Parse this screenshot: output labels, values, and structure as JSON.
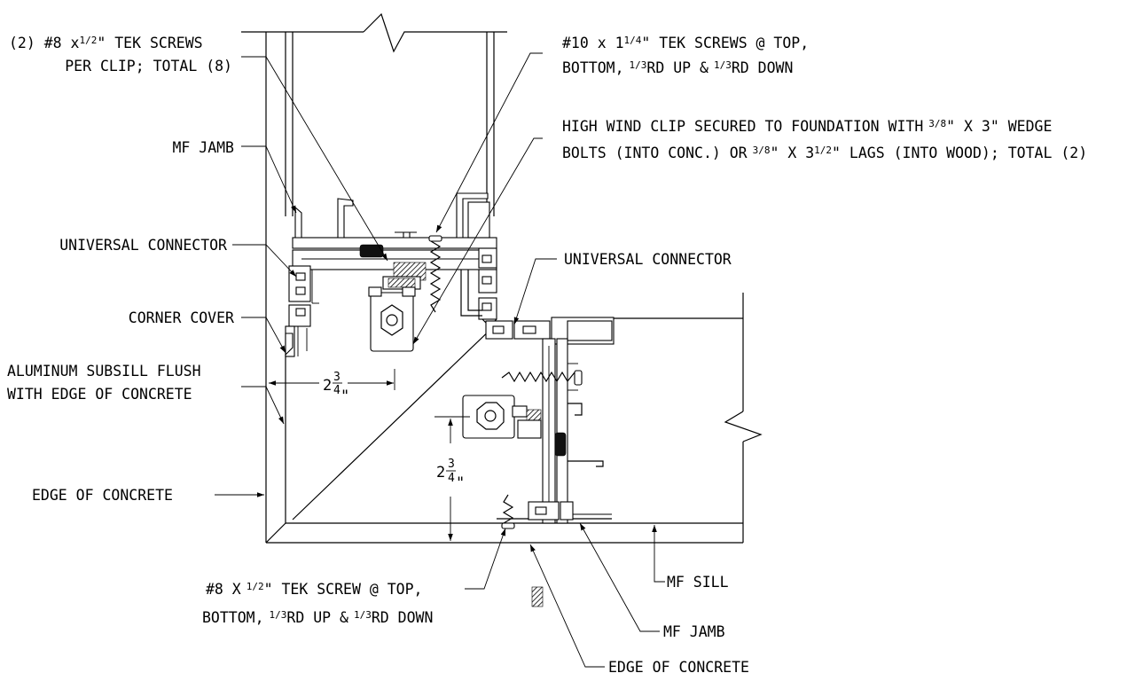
{
  "labels": {
    "tek_screws_clip_1": "(2) #8 x",
    "tek_screws_clip_frac": "1/2",
    "tek_screws_clip_2": "\" TEK SCREWS",
    "tek_screws_clip_3": "PER CLIP; TOTAL (8)",
    "mf_jamb_top": "MF JAMB",
    "universal_connector_left": "UNIVERSAL CONNECTOR",
    "corner_cover": "CORNER COVER",
    "subsill_1": "ALUMINUM SUBSILL FLUSH",
    "subsill_2": "WITH EDGE OF CONCRETE",
    "edge_concrete_left": "EDGE OF CONCRETE",
    "tek10_1a": "#10 x 1",
    "tek10_1frac": "1/4",
    "tek10_1b": "\" TEK SCREWS @ TOP,",
    "tek10_2a": "BOTTOM,",
    "tek10_2frac": "1/3",
    "tek10_2b": "RD UP &",
    "tek10_2frac2": "1/3",
    "tek10_2c": "RD DOWN",
    "hwc_1a": "HIGH WIND CLIP SECURED TO FOUNDATION WITH",
    "hwc_1frac": "3/8",
    "hwc_1b": "\" X 3\" WEDGE",
    "hwc_2a": "BOLTS (INTO CONC.) OR",
    "hwc_2frac": "3/8",
    "hwc_2b": "\" X 3",
    "hwc_2frac2": "1/2",
    "hwc_2c": "\" LAGS (INTO WOOD); TOTAL (2)",
    "universal_connector_right": "UNIVERSAL CONNECTOR",
    "tek8_1a": "#8 X",
    "tek8_1frac": "1/2",
    "tek8_1b": "\" TEK SCREW @ TOP,",
    "tek8_2a": "BOTTOM,",
    "tek8_2frac": "1/3",
    "tek8_2b": "RD UP &",
    "tek8_2frac2": "1/3",
    "tek8_2c": "RD DOWN",
    "mf_sill": "MF SILL",
    "mf_jamb_bottom": "MF JAMB",
    "edge_concrete_bottom": "EDGE OF CONCRETE"
  },
  "dimensions": {
    "horizontal_whole": "2",
    "horizontal_num": "3",
    "horizontal_den": "4",
    "horizontal_unit": "\"",
    "vertical_whole": "2",
    "vertical_num": "3",
    "vertical_den": "4",
    "vertical_unit": "\""
  }
}
